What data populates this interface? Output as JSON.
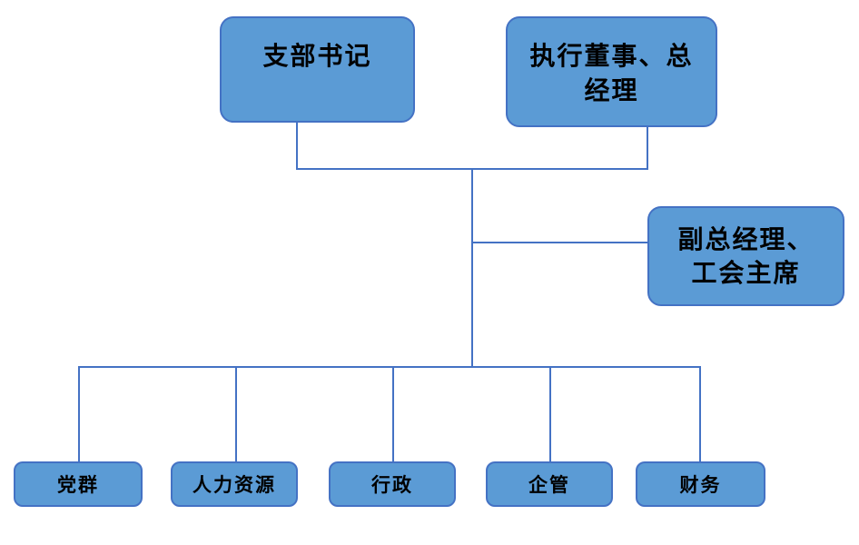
{
  "diagram": {
    "type": "org-chart",
    "colors": {
      "node_fill": "#5b9bd5",
      "node_border": "#4472c4",
      "connector": "#4472c4",
      "text": "#000000",
      "background": "#ffffff"
    },
    "nodes": {
      "branch_secretary": {
        "label": "支部书记",
        "text": "支部书记"
      },
      "executive_director": {
        "label": "执行董事、总经理",
        "text": "执行董事、总\n经理"
      },
      "deputy_gm": {
        "label": "副总经理、工会主席",
        "text": "副总经理、\n工会主席"
      },
      "departments": [
        {
          "label": "党群"
        },
        {
          "label": "人力资源"
        },
        {
          "label": "行政"
        },
        {
          "label": "企管"
        },
        {
          "label": "财务"
        }
      ]
    },
    "structure": {
      "top_row": [
        "支部书记",
        "执行董事、总经理"
      ],
      "middle_right": "副总经理、工会主席",
      "bottom_row": [
        "党群",
        "人力资源",
        "行政",
        "企管",
        "财务"
      ]
    }
  }
}
